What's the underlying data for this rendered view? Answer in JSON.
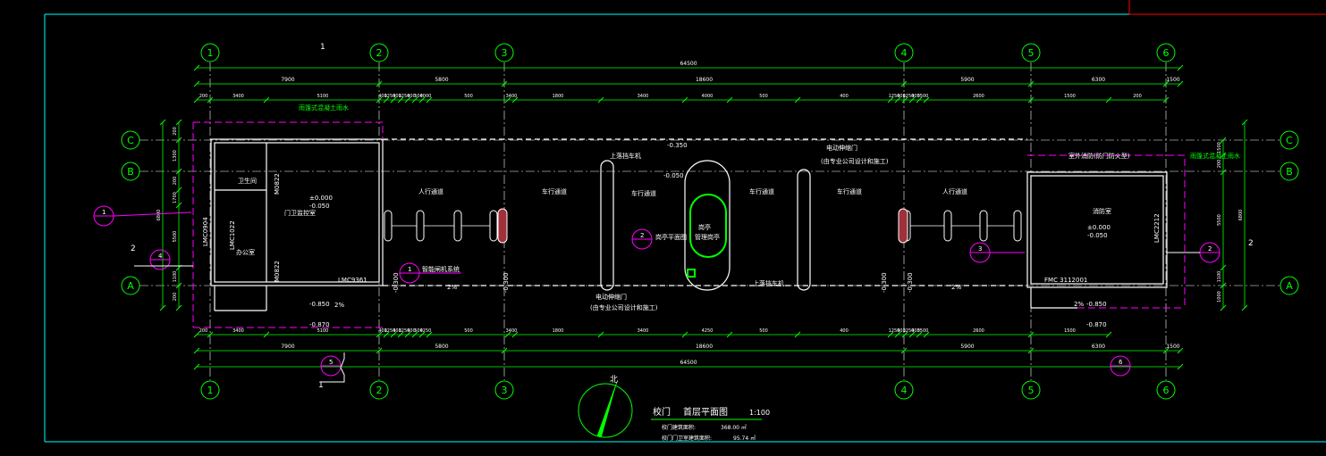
{
  "colors": {
    "background": "#000000",
    "dim_line": "#00ff00",
    "axis_bubble": "#00ff00",
    "wall": "#ffffff",
    "axis_line": "#ffffff",
    "annotation": "#ff00ff",
    "frame": "#00ffff",
    "red_frame": "#ff0000"
  },
  "axes": {
    "vertical": [
      "1",
      "2",
      "3",
      "4",
      "5",
      "6"
    ],
    "horizontal": [
      "C",
      "B",
      "A"
    ]
  },
  "dimensions": {
    "overall": "64500",
    "row2": [
      "7900",
      "5800",
      "18600",
      "5900",
      "6300",
      "1500"
    ],
    "row3": [
      "200",
      "3400",
      "5100",
      "400",
      "1250",
      "400",
      "1250",
      "400",
      "500",
      "4000",
      "500",
      "3400",
      "1800",
      "3400",
      "4000",
      "500",
      "400",
      "1250",
      "400",
      "1250",
      "400",
      "3500",
      "2600",
      "1500",
      "200"
    ],
    "bottom_row1": [
      "200",
      "3400",
      "5100",
      "400",
      "1250",
      "400",
      "1250",
      "400",
      "500",
      "4250",
      "500",
      "3400",
      "1800",
      "3400",
      "4250",
      "500",
      "400",
      "1250",
      "400",
      "1250",
      "400",
      "3500",
      "2600",
      "1500"
    ],
    "bottom_row2": [
      "7900",
      "5800",
      "18600",
      "5900",
      "6300",
      "1500"
    ],
    "bottom_overall": "64500",
    "left": [
      "200",
      "1300",
      "200",
      "1700",
      "5500",
      "1100",
      "200"
    ],
    "left_total": "6800",
    "right": [
      "1500",
      "200",
      "5500",
      "1100",
      "1000"
    ],
    "right_total": "6800"
  },
  "labels": {
    "top_section_mark": "1",
    "bottom_section_mark": "1",
    "left_section_mark": "2",
    "right_section_mark": "2",
    "left_canopy": "雨篷式混凝土雨水",
    "right_canopy": "雨篷式混凝土雨水",
    "guard_room": "门卫监控室",
    "office": "办公室",
    "elev_guard": "±0.000",
    "elev_guard2": "-0.050",
    "wc": "卫生间",
    "pedestrian_left": "人行通道",
    "pedestrian_right": "人行通道",
    "car_lane_1": "车行通道",
    "car_lane_2": "车行通道",
    "car_lane_3": "车行通道",
    "car_lane_4": "车行通道",
    "lift_bar_top": "上落挡车机",
    "lift_bar_bottom": "上落挡车机",
    "elev_top": "-0.350",
    "elev_top2": "-0.050",
    "electric_gate_top": "电动伸缩门",
    "electric_gate_top_note": "(由专业公司设计和施工)",
    "electric_gate_bottom": "电动伸缩门",
    "electric_gate_bottom_note": "(由专业公司设计和施工)",
    "island": "岗亭",
    "island2": "管理岗亭",
    "bollard": "岗亭平面图",
    "fire_room": "消防室",
    "fire_elev": "±0.000",
    "fire_elev2": "-0.050",
    "fire_note": "室外消防(防门防火型)",
    "smart_pass": "智能闸机系统",
    "slope_left": "2%",
    "slope_mid": "2%",
    "slope_right": "2%",
    "slope_right2": "2%",
    "lm_left": "LMC0904",
    "lm_left2": "LMC1022",
    "lm_mid": "LMC9361",
    "lm_right": "LMC2212",
    "fm": "FMC 3112001",
    "m0822a": "M0822",
    "m0822b": "M0822",
    "elev_low_left": "-0.850",
    "elev_low_left2": "-0.870",
    "elev_low_right": "-0.850",
    "elev_low_right2": "-0.870",
    "elev_mid_1": "-0.300",
    "elev_mid_2": "-0.300",
    "elev_mid_3": "-0.300",
    "elev_mid_4": "-0.300",
    "bubble_1a": "1",
    "bubble_1b": "1",
    "bubble_2a": "2",
    "bubble_2b": "2",
    "bubble_3": "3",
    "bubble_4": "4",
    "bubble_5": "5",
    "bubble_6": "6",
    "north": "北",
    "title_main": "校门",
    "title_sub": "首层平面图",
    "scale": "1:100",
    "area_label_1": "校门建筑面积:",
    "area_value_1": "368.00 ㎡",
    "area_label_2": "校门门卫室建筑面积:",
    "area_value_2": "95.74 ㎡"
  }
}
